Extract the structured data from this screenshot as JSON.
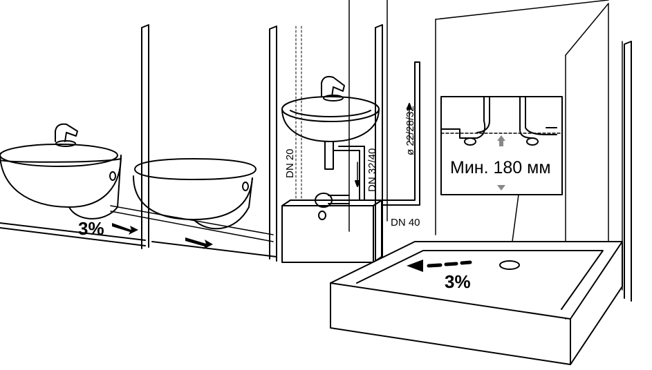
{
  "labels": {
    "slope_left": "3%",
    "slope_tray": "3%",
    "pipe_dn20": "DN 20",
    "pipe_dn3240": "DN 32/40",
    "pipe_dn40": "DN 40",
    "pipe_diameter": "ø 22/28/32",
    "min_height": "Мин. 180 мм"
  },
  "colors": {
    "line": "#000000",
    "background": "#ffffff",
    "grey_arrow": "#888888"
  }
}
